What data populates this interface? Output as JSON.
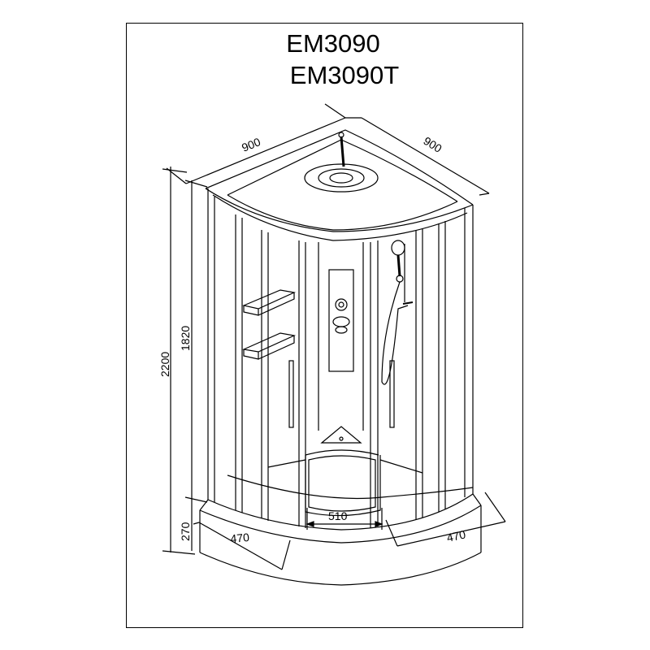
{
  "titles": {
    "model_1": "EM3090",
    "model_2": "EM3090T"
  },
  "dimensions": {
    "top_left_width": "900",
    "top_right_width": "900",
    "total_height": "2200",
    "cabin_height": "1820",
    "tray_height": "270",
    "tray_left_depth": "470",
    "tray_right_depth": "470",
    "entrance_width": "510"
  },
  "colors": {
    "line": "#000000",
    "background": "#ffffff"
  }
}
